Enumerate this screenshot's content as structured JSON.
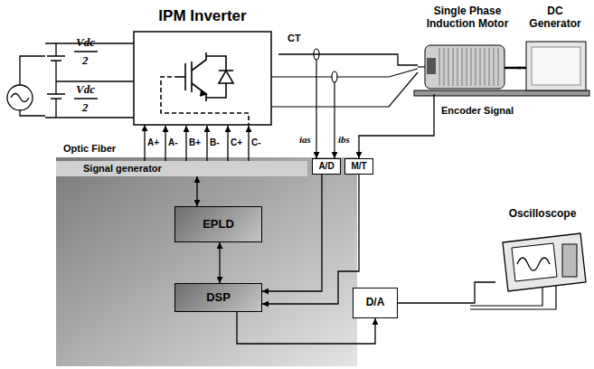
{
  "diagram": {
    "nodes": [
      {
        "text": [
          "IPM Inverter"
        ]
      },
      {
        "text": [
          "Single Phase Induction Motor"
        ]
      },
      {
        "text": [
          "DC Generator"
        ]
      },
      {
        "text": [
          "Signal generator"
        ]
      },
      {
        "text": [
          "A/D"
        ]
      },
      {
        "text": [
          "M/T"
        ]
      },
      {
        "text": [
          "EPLD"
        ]
      },
      {
        "text": [
          "DSP"
        ]
      },
      {
        "text": [
          "D/A"
        ]
      },
      {
        "text": [
          "Oscilloscope"
        ]
      }
    ],
    "edges": [
      {
        "from": 3,
        "to": 0,
        "arrow": "to"
      },
      {
        "from": 3,
        "to": 6,
        "arrow": "both"
      },
      {
        "from": 6,
        "to": 7,
        "arrow": "both"
      },
      {
        "from": 1,
        "to": 5,
        "label": "Encoder Signal",
        "arrow": "to"
      },
      {
        "from": 4,
        "to": 7,
        "arrow": "to"
      },
      {
        "from": 5,
        "to": 7,
        "arrow": "to"
      },
      {
        "from": 7,
        "to": 8,
        "arrow": "to"
      },
      {
        "from": 8,
        "to": 9,
        "arrow": "none"
      },
      {
        "from": 0,
        "to": 1,
        "arrow": "none"
      },
      {
        "from": 1,
        "to": 2,
        "arrow": "none"
      }
    ],
    "labels": [
      "Vdc",
      "2",
      "Vdc",
      "2",
      "CT",
      "ias",
      "ibs",
      "Optic Fiber",
      "A+",
      "A-",
      "B+",
      "B-",
      "C+",
      "C-"
    ]
  }
}
